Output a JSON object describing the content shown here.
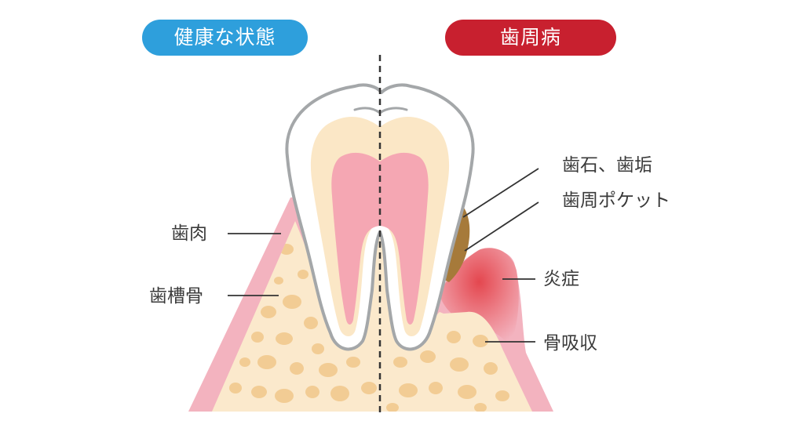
{
  "header": {
    "healthy_label": "健康な状態",
    "disease_label": "歯周病"
  },
  "labels": {
    "gum": "歯肉",
    "alveolar_bone": "歯槽骨",
    "tartar_plaque": "歯石、歯垢",
    "periodontal_pocket": "歯周ポケット",
    "inflammation": "炎症",
    "bone_resorption": "骨吸収"
  },
  "colors": {
    "healthy_pill": "#2e9fdc",
    "disease_pill": "#c8202f",
    "gum": "#f3b3bf",
    "bone_base": "#fbe9cc",
    "bone_spot": "#f2cc94",
    "enamel": "#ffffff",
    "enamel_outline": "#a4a7a9",
    "dentin": "#fbe7c6",
    "pulp": "#f5a7b3",
    "tartar": "#a67a3a",
    "inflammation": "#e85a5e",
    "leader_line": "#333333",
    "divider": "#333333"
  }
}
